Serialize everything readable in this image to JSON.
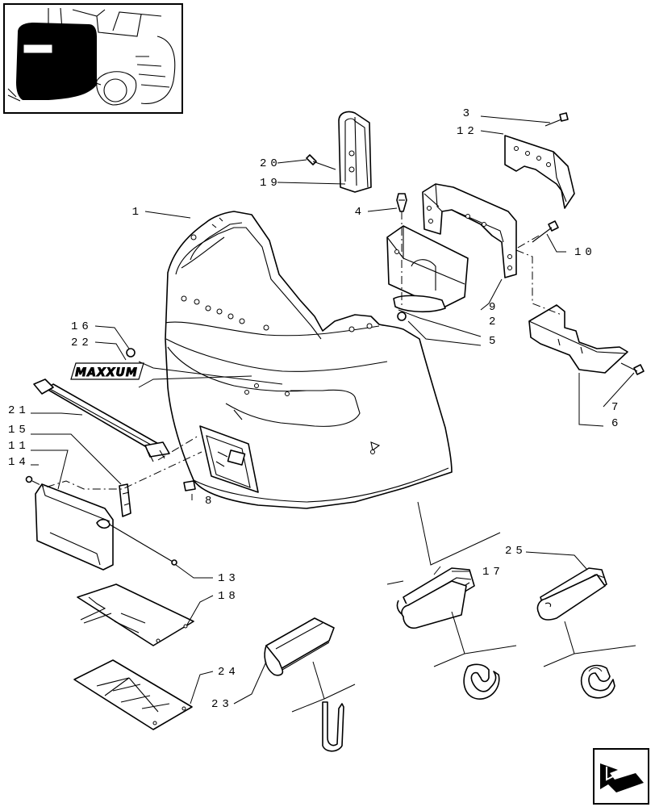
{
  "logo": {
    "text": "MAXXUM"
  },
  "callouts": [
    {
      "id": "c1",
      "label": "1"
    },
    {
      "id": "c2",
      "label": "2"
    },
    {
      "id": "c3",
      "label": "3"
    },
    {
      "id": "c4",
      "label": "4"
    },
    {
      "id": "c5",
      "label": "5"
    },
    {
      "id": "c6",
      "label": "6"
    },
    {
      "id": "c7",
      "label": "7"
    },
    {
      "id": "c8",
      "label": "8"
    },
    {
      "id": "c9",
      "label": "9"
    },
    {
      "id": "c10",
      "label": "10"
    },
    {
      "id": "c11",
      "label": "11"
    },
    {
      "id": "c12",
      "label": "12"
    },
    {
      "id": "c13",
      "label": "13"
    },
    {
      "id": "c14",
      "label": "14"
    },
    {
      "id": "c15",
      "label": "15"
    },
    {
      "id": "c16",
      "label": "16"
    },
    {
      "id": "c17",
      "label": "17"
    },
    {
      "id": "c18",
      "label": "18"
    },
    {
      "id": "c19",
      "label": "19"
    },
    {
      "id": "c20",
      "label": "20"
    },
    {
      "id": "c21",
      "label": "21"
    },
    {
      "id": "c22",
      "label": "22"
    },
    {
      "id": "c23",
      "label": "23"
    },
    {
      "id": "c24",
      "label": "24"
    },
    {
      "id": "c25",
      "label": "25"
    }
  ],
  "icons": {
    "thumbnail": "tractor-thumbnail-icon",
    "next": "next-page-arrow-icon"
  }
}
